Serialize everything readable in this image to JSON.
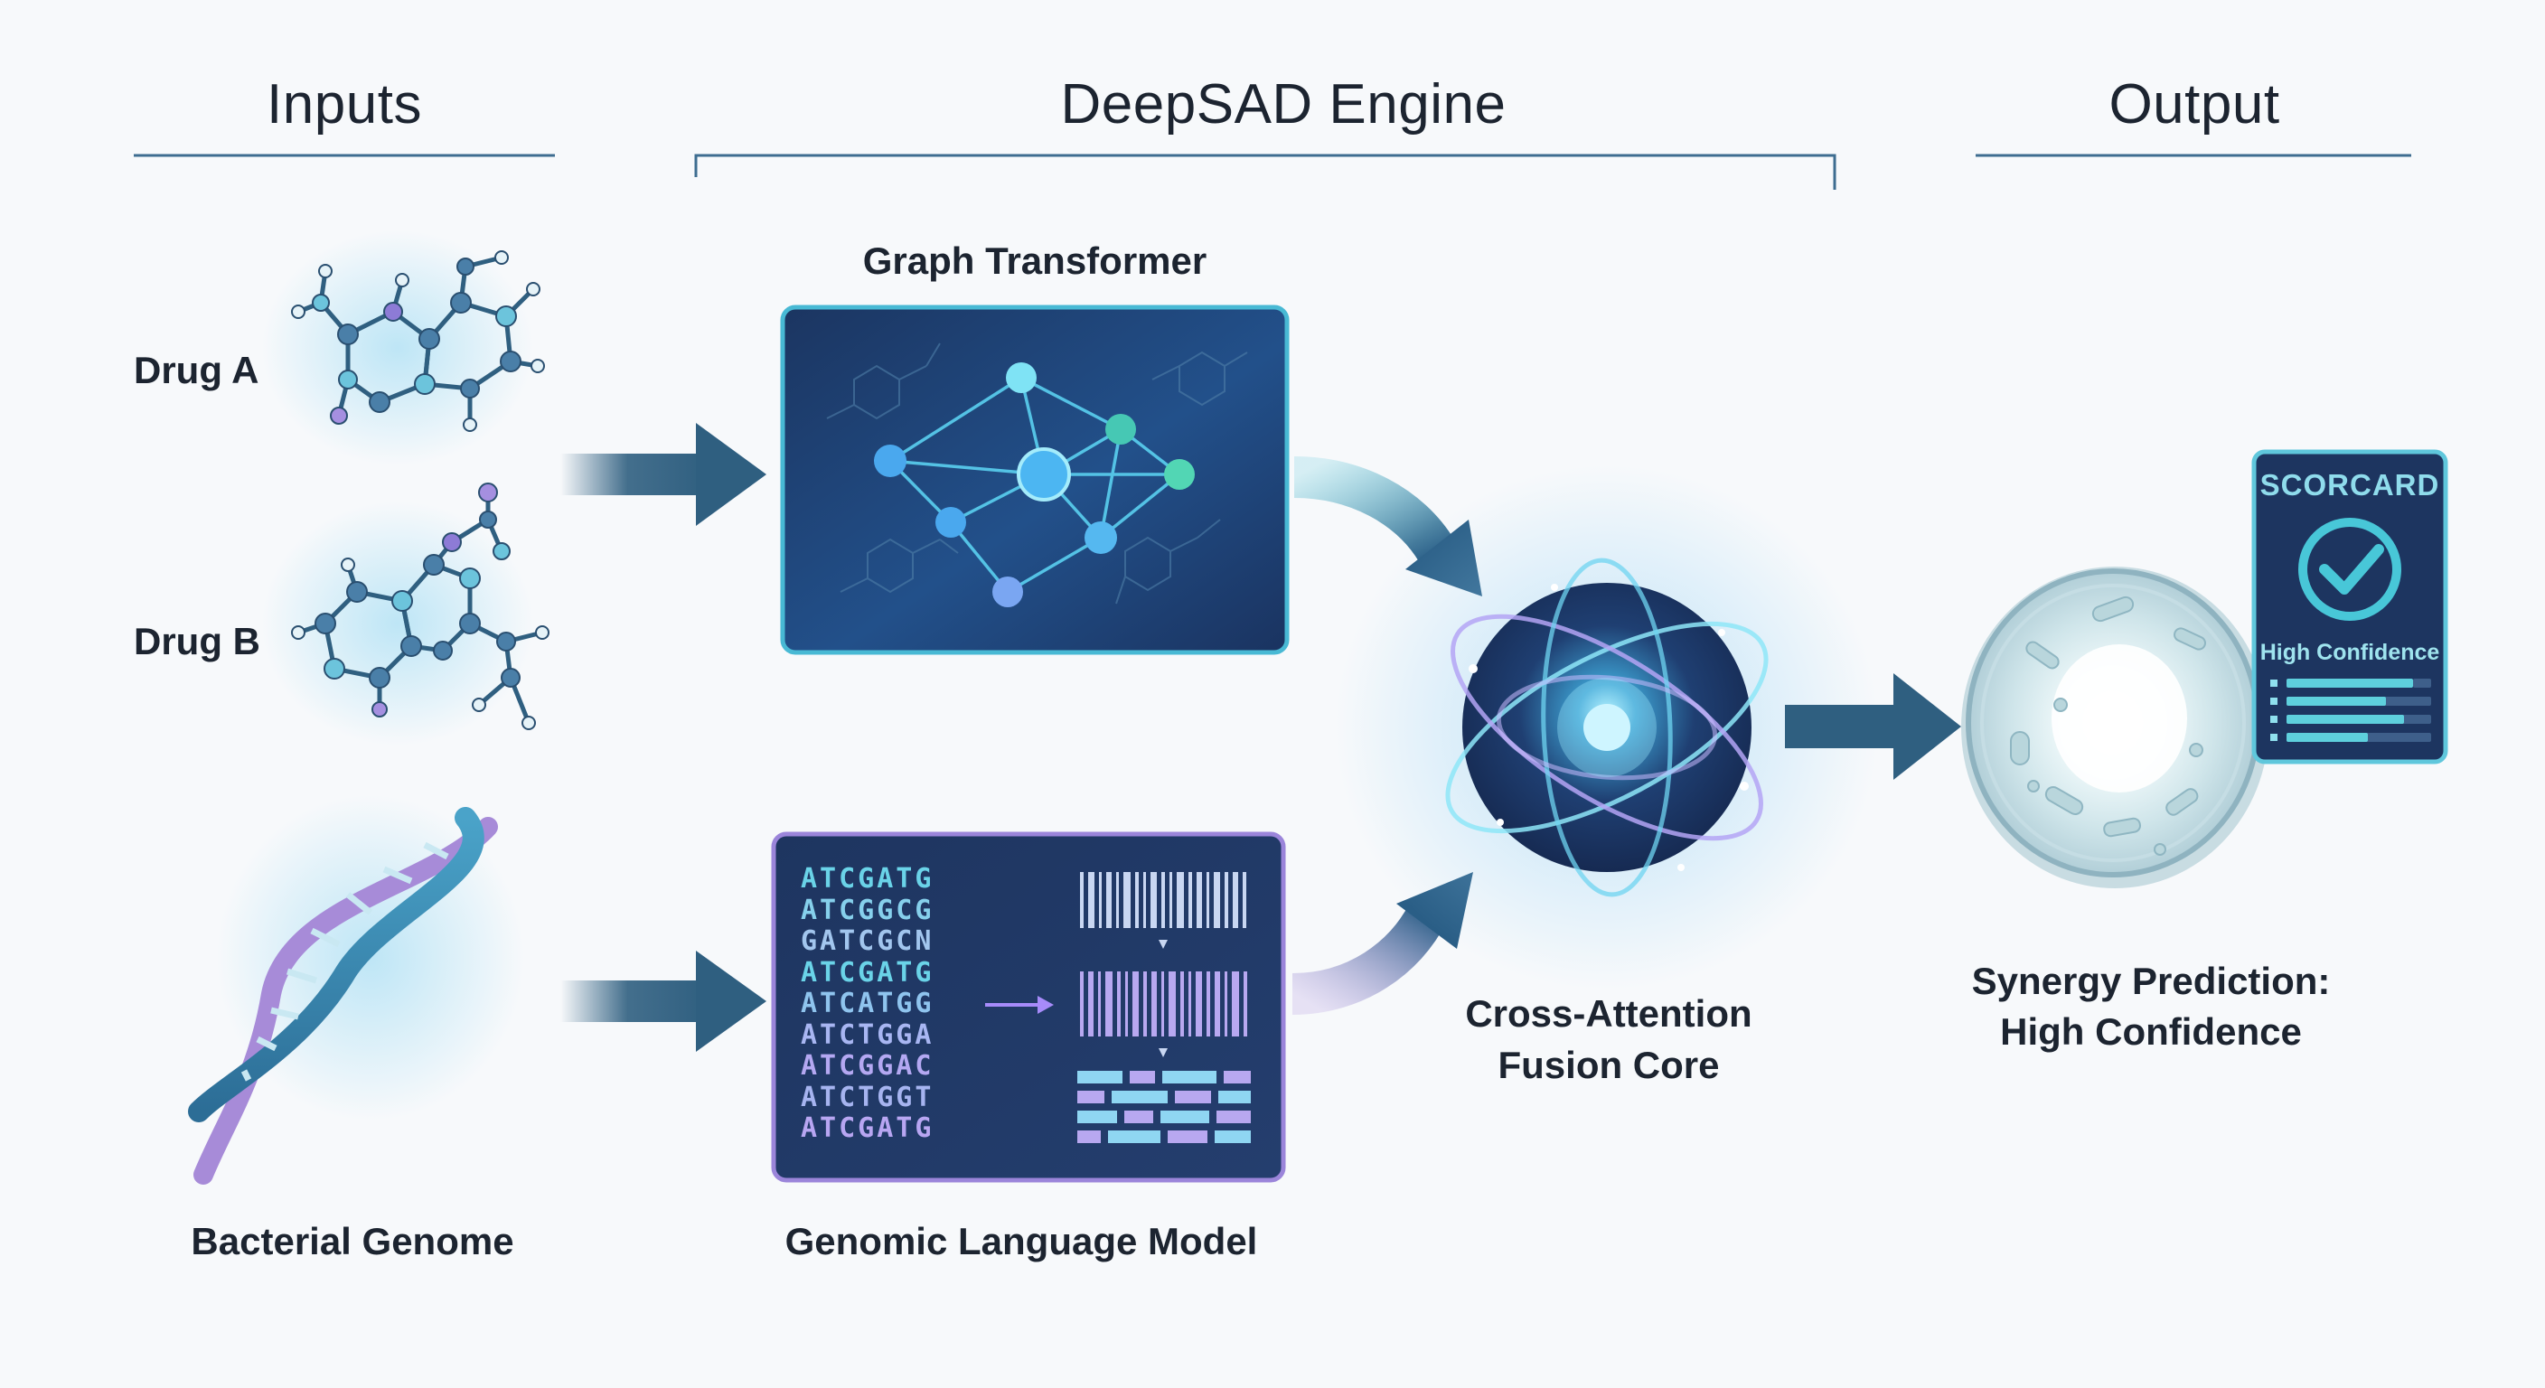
{
  "sections": {
    "inputs": "Inputs",
    "engine": "DeepSAD Engine",
    "output": "Output"
  },
  "inputs": {
    "drug_a": "Drug A",
    "drug_b": "Drug B",
    "genome": "Bacterial Genome"
  },
  "engine": {
    "graph_transformer": "Graph Transformer",
    "genomic_model": "Genomic Language Model",
    "fusion_line1": "Cross-Attention",
    "fusion_line2": "Fusion Core",
    "dna_sequences": [
      "ATCGATG",
      "ATCGGCG",
      "GATCGCN",
      "ATCGATG",
      "ATCATGG",
      "ATCTGGA",
      "ATCGGAC",
      "ATCTGGT",
      "ATCGATG"
    ]
  },
  "output": {
    "scorecard_title": "SCORCARD",
    "scorecard_label": "High Confidence",
    "prediction_line1": "Synergy Prediction:",
    "prediction_line2": "High Confidence"
  },
  "colors": {
    "dark_navy": "#1d3560",
    "arrow": "#2f5f80",
    "accent_cyan": "#5fd0f0",
    "accent_teal": "#46c8b4",
    "accent_purple": "#a78bfa",
    "text": "#1c2430"
  }
}
